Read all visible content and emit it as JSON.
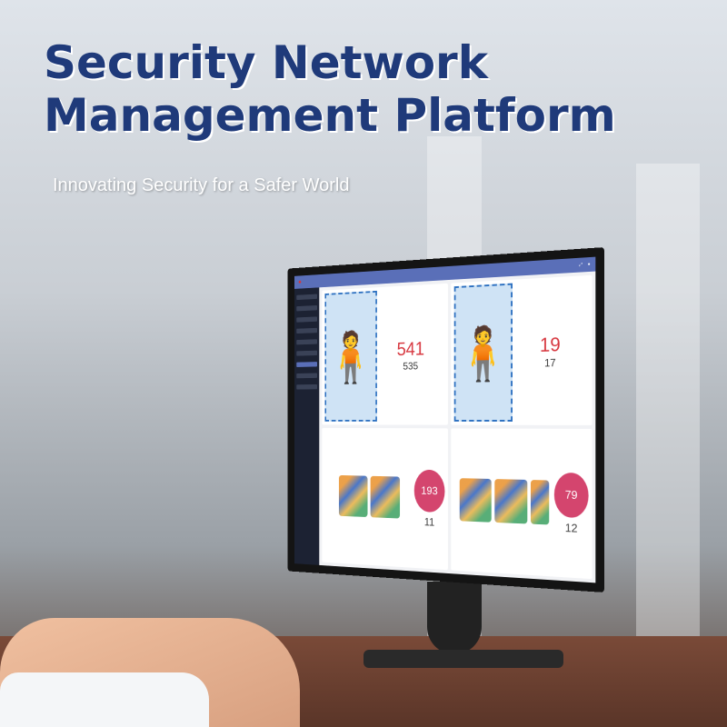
{
  "headline": {
    "line1": "Security Network",
    "line2": "Management Platform",
    "tagline": "Innovating Security for a Safer World"
  },
  "screen": {
    "people_cards": [
      {
        "count": "541",
        "secondary": "535"
      },
      {
        "count": "19",
        "secondary": "17"
      }
    ],
    "baggage_cards": [
      {
        "suspicious": "193",
        "count": "11"
      },
      {
        "suspicious": "79",
        "count": "12"
      }
    ]
  },
  "colors": {
    "brand": "#1f3a7a",
    "topbar": "#5a6fb8",
    "alert": "#d7373f",
    "badge": "#d4456e"
  }
}
